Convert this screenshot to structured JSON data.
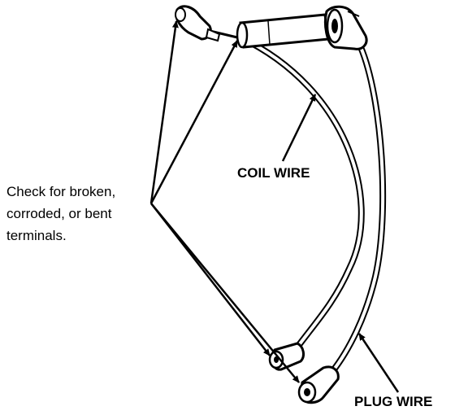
{
  "callout": {
    "lines": [
      "Check for broken,",
      "corroded, or bent",
      "terminals."
    ]
  },
  "labels": {
    "coil_wire": "COIL WIRE",
    "plug_wire": "PLUG WIRE"
  },
  "colors": {
    "ink": "#000000",
    "background": "#ffffff"
  }
}
